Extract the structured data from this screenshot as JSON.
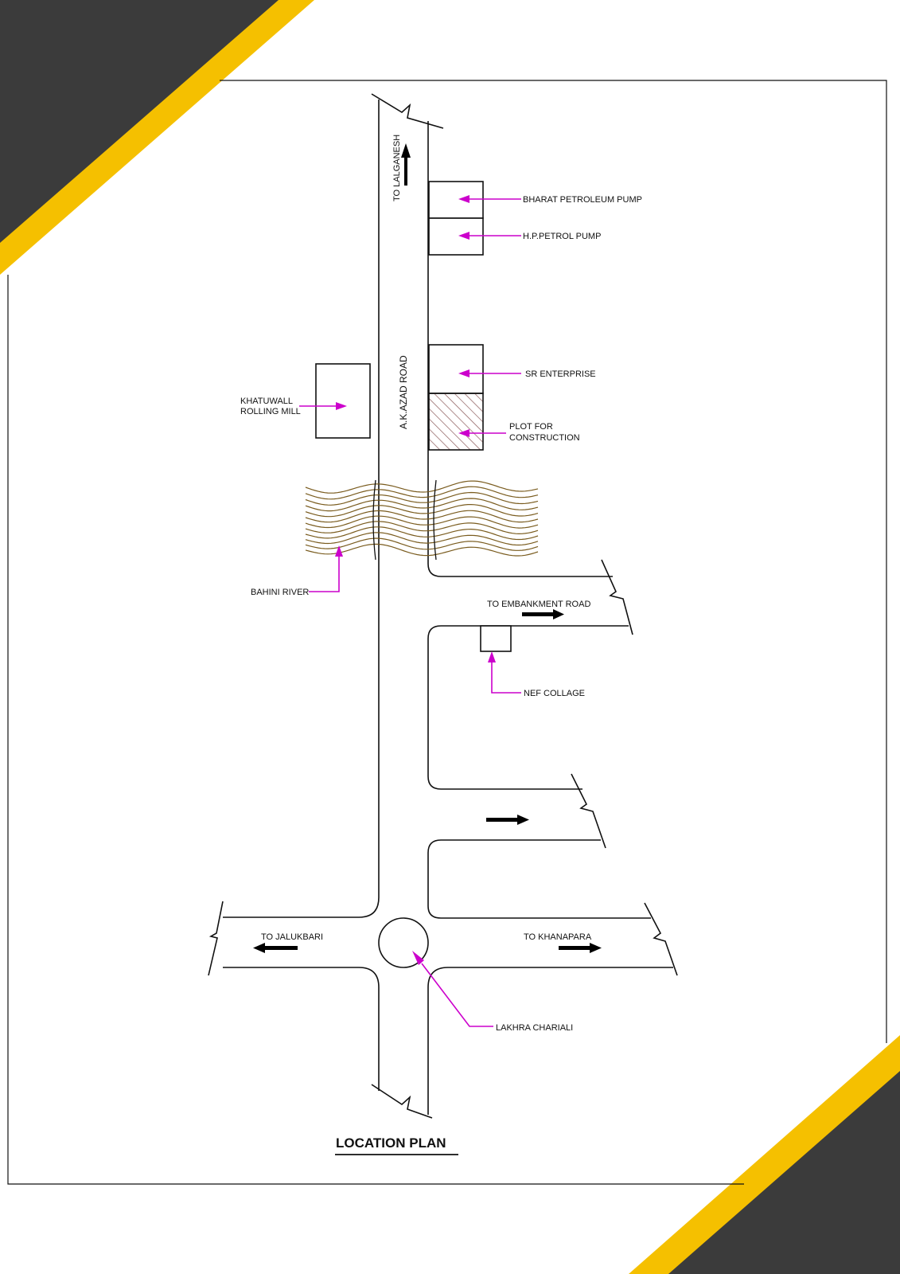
{
  "title": "LOCATION PLAN",
  "colors": {
    "corner_dark": "#3b3b3b",
    "corner_accent": "#f5c000",
    "leader": "#cc00cc",
    "river": "#7a5c1f",
    "hatch": "#8b5a5a",
    "line": "#111111"
  },
  "roads": {
    "main": "A.K.AZAD ROAD",
    "north": "TO LALGANESH",
    "east_upper": "TO EMBANKMENT ROAD",
    "west": "TO JALUKBARI",
    "east_lower": "TO KHANAPARA"
  },
  "landmarks": {
    "bharat_petroleum": "BHARAT PETROLEUM PUMP",
    "hp_petrol": "H.P.PETROL PUMP",
    "sr_enterprise": "SR ENTERPRISE",
    "plot_line1": "PLOT FOR",
    "plot_line2": "CONSTRUCTION",
    "mill_line1": "KHATUWALL",
    "mill_line2": "ROLLING MILL",
    "river": "BAHINI RIVER",
    "college": "NEF COLLAGE",
    "junction": "LAKHRA CHARIALI"
  },
  "icons": [
    "north-arrow-icon",
    "east-arrow-icon",
    "west-arrow-icon",
    "break-line-icon",
    "leader-arrow-icon"
  ]
}
